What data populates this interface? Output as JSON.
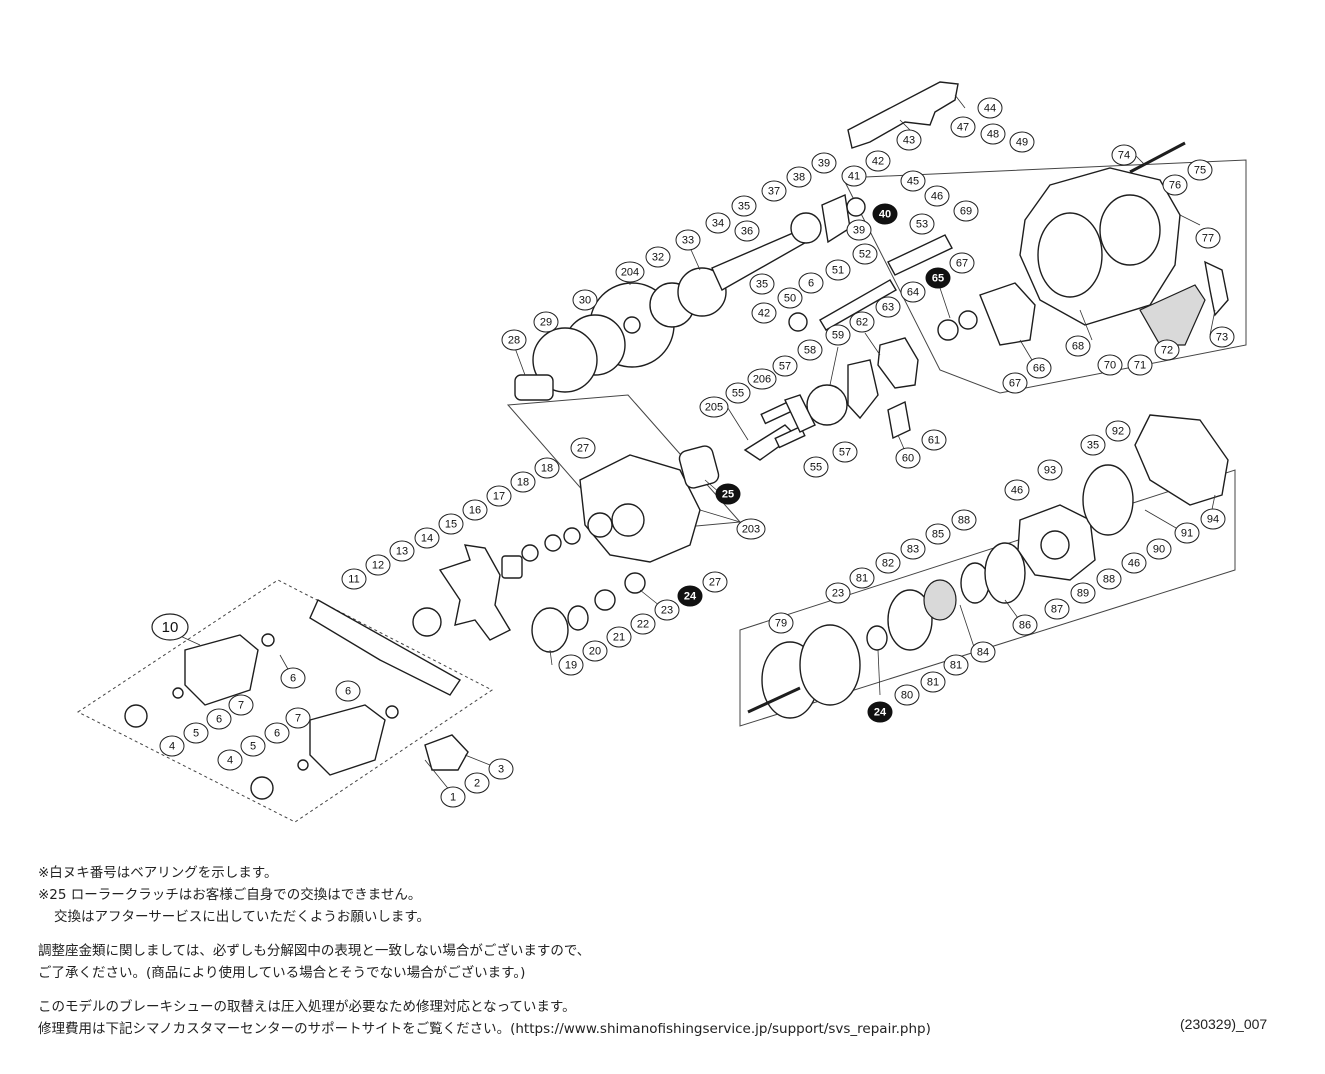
{
  "diagram": {
    "callouts": {
      "c1": "1",
      "c2": "2",
      "c3": "3",
      "c4a": "4",
      "c4b": "4",
      "c5a": "5",
      "c5b": "5",
      "c6a": "6",
      "c6b": "6",
      "c6c": "6",
      "c6d": "6",
      "c6e": "6",
      "c7a": "7",
      "c7b": "7",
      "c10": "10",
      "c11": "11",
      "c12": "12",
      "c13": "13",
      "c14": "14",
      "c15": "15",
      "c16": "16",
      "c17": "17",
      "c18a": "18",
      "c18b": "18",
      "c19": "19",
      "c20": "20",
      "c21": "21",
      "c22": "22",
      "c23a": "23",
      "c23b": "23",
      "c24a": "24",
      "c24b": "24",
      "c25": "25",
      "c27a": "27",
      "c27b": "27",
      "c28": "28",
      "c29": "29",
      "c30": "30",
      "c32": "32",
      "c33": "33",
      "c34": "34",
      "c35a": "35",
      "c35b": "35",
      "c35c": "35",
      "c36": "36",
      "c37": "37",
      "c38": "38",
      "c39a": "39",
      "c39b": "39",
      "c40": "40",
      "c41": "41",
      "c42a": "42",
      "c42b": "42",
      "c43": "43",
      "c44": "44",
      "c45": "45",
      "c46a": "46",
      "c46b": "46",
      "c46c": "46",
      "c47": "47",
      "c48": "48",
      "c49": "49",
      "c50": "50",
      "c51": "51",
      "c52": "52",
      "c53": "53",
      "c55a": "55",
      "c55b": "55",
      "c57a": "57",
      "c57b": "57",
      "c58": "58",
      "c59": "59",
      "c60": "60",
      "c61": "61",
      "c62": "62",
      "c63": "63",
      "c64": "64",
      "c65": "65",
      "c66": "66",
      "c67a": "67",
      "c67b": "67",
      "c68": "68",
      "c69": "69",
      "c70": "70",
      "c71": "71",
      "c72": "72",
      "c73": "73",
      "c74": "74",
      "c75": "75",
      "c76": "76",
      "c77": "77",
      "c79": "79",
      "c80": "80",
      "c81a": "81",
      "c81b": "81",
      "c81c": "81",
      "c82": "82",
      "c83": "83",
      "c84": "84",
      "c85": "85",
      "c86": "86",
      "c87": "87",
      "c88a": "88",
      "c88b": "88",
      "c89": "89",
      "c90": "90",
      "c91": "91",
      "c92": "92",
      "c93": "93",
      "c94": "94",
      "c203": "203",
      "c204": "204",
      "c205": "205",
      "c206": "206"
    }
  },
  "notes": {
    "line1": "※白ヌキ番号はベアリングを示します。",
    "line2": "※25 ローラークラッチはお客様ご自身での交換はできません。",
    "line3": "交換はアフターサービスに出していただくようお願いします。",
    "line4": "調整座金類に関しましては、必ずしも分解図中の表現と一致しない場合がございますので、",
    "line5": "ご了承ください。(商品により使用している場合とそうでない場合がございます。)",
    "line6": "このモデルのブレーキシューの取替えは圧入処理が必要なため修理対応となっています。",
    "line7": "修理費用は下記シマノカスタマーセンターのサポートサイトをご覧ください。(https://www.shimanofishingservice.jp/support/svs_repair.php)"
  },
  "code": "(230329)_007"
}
